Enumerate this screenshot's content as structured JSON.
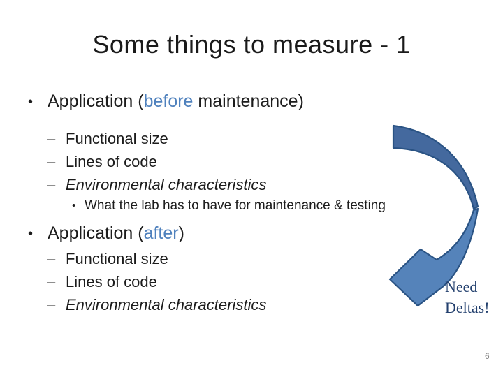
{
  "slide": {
    "title": "Some things to measure - 1",
    "bullets": {
      "l1_marker": "•",
      "l2_marker": "–",
      "l3_marker": "•"
    },
    "item1": {
      "pre": "Application (",
      "emph": "before",
      "post": " maintenance)"
    },
    "group1": [
      "Functional size",
      "Lines of code",
      "Environmental characteristics"
    ],
    "note": "What the lab has to have for maintenance & testing",
    "item2": {
      "pre": "Application (",
      "emph": "after",
      "post": ")"
    },
    "group2": [
      "Functional size",
      "Lines of code",
      "Environmental characteristics"
    ],
    "callout": {
      "line1": "Need",
      "line2": "Deltas!"
    },
    "page_number": "6",
    "colors": {
      "emphasis": "#4f81bd",
      "callout_text": "#23406e",
      "arrow_fill_top": "#44699e",
      "arrow_fill_bottom": "#5583ba",
      "arrow_outline": "#2a5384"
    }
  }
}
